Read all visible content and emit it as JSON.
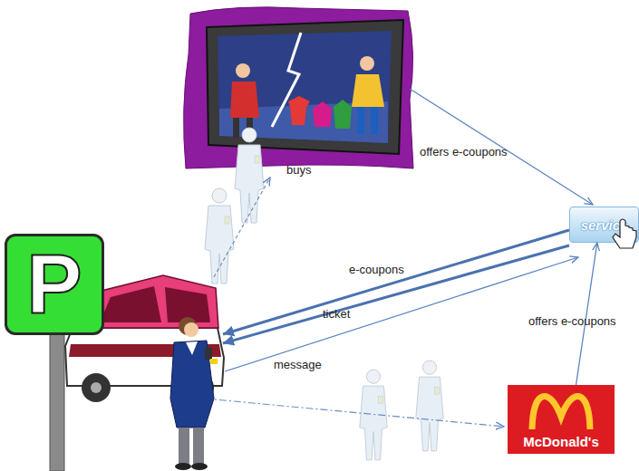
{
  "diagram": {
    "nodes": [
      {
        "text": [
          "service"
        ]
      },
      {
        "text": [
          "P"
        ]
      },
      {
        "text": [
          "McDonald's"
        ]
      }
    ],
    "edges": [
      {
        "from": 2,
        "to": 0,
        "label": "offers e-coupons",
        "arrow": "to"
      }
    ],
    "labels": [
      "offers e-coupons",
      "buys",
      "e-coupons",
      "ticket",
      "message"
    ]
  }
}
